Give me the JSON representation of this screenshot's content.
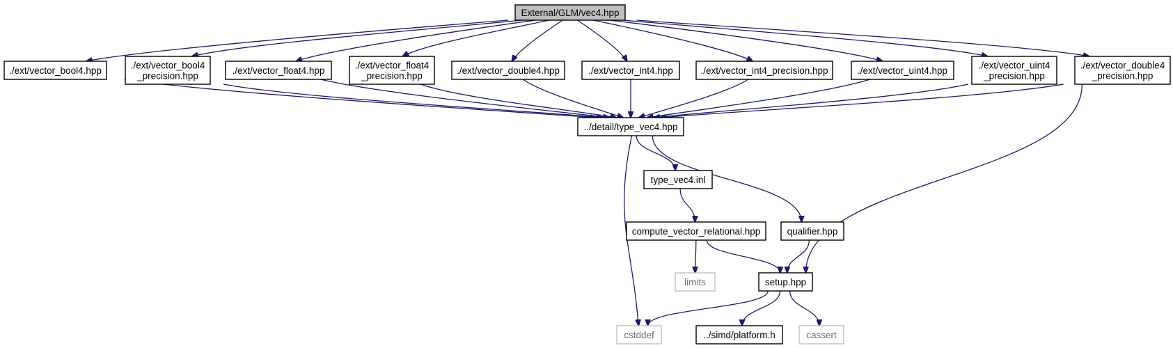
{
  "nodes": [
    {
      "id": "root",
      "lines": [
        "External/GLM/vec4.hpp"
      ],
      "style": "root"
    },
    {
      "id": "bool4",
      "lines": [
        "./ext/vector_bool4.hpp"
      ],
      "style": "normal"
    },
    {
      "id": "bool4p",
      "lines": [
        "./ext/vector_bool4",
        "_precision.hpp"
      ],
      "style": "normal"
    },
    {
      "id": "float4",
      "lines": [
        "./ext/vector_float4.hpp"
      ],
      "style": "normal"
    },
    {
      "id": "float4p",
      "lines": [
        "./ext/vector_float4",
        "_precision.hpp"
      ],
      "style": "normal"
    },
    {
      "id": "double4",
      "lines": [
        "./ext/vector_double4.hpp"
      ],
      "style": "normal"
    },
    {
      "id": "int4",
      "lines": [
        "./ext/vector_int4.hpp"
      ],
      "style": "normal"
    },
    {
      "id": "int4p",
      "lines": [
        "./ext/vector_int4_precision.hpp"
      ],
      "style": "normal"
    },
    {
      "id": "uint4",
      "lines": [
        "./ext/vector_uint4.hpp"
      ],
      "style": "normal"
    },
    {
      "id": "uint4p",
      "lines": [
        "./ext/vector_uint4",
        "_precision.hpp"
      ],
      "style": "normal"
    },
    {
      "id": "double4p",
      "lines": [
        "./ext/vector_double4",
        "_precision.hpp"
      ],
      "style": "normal"
    },
    {
      "id": "typevec4",
      "lines": [
        "../detail/type_vec4.hpp"
      ],
      "style": "normal"
    },
    {
      "id": "typevec4inl",
      "lines": [
        "type_vec4.inl"
      ],
      "style": "normal"
    },
    {
      "id": "compute",
      "lines": [
        "compute_vector_relational.hpp"
      ],
      "style": "normal"
    },
    {
      "id": "qualifier",
      "lines": [
        "qualifier.hpp"
      ],
      "style": "normal"
    },
    {
      "id": "limits",
      "lines": [
        "limits"
      ],
      "style": "external"
    },
    {
      "id": "setup",
      "lines": [
        "setup.hpp"
      ],
      "style": "normal"
    },
    {
      "id": "cstddef",
      "lines": [
        "cstddef"
      ],
      "style": "external"
    },
    {
      "id": "platform",
      "lines": [
        "../simd/platform.h"
      ],
      "style": "normal"
    },
    {
      "id": "cassert",
      "lines": [
        "cassert"
      ],
      "style": "external"
    }
  ],
  "edges": [
    {
      "from": "root",
      "to": "bool4"
    },
    {
      "from": "root",
      "to": "bool4p"
    },
    {
      "from": "root",
      "to": "float4"
    },
    {
      "from": "root",
      "to": "float4p"
    },
    {
      "from": "root",
      "to": "double4"
    },
    {
      "from": "root",
      "to": "int4"
    },
    {
      "from": "root",
      "to": "int4p"
    },
    {
      "from": "root",
      "to": "uint4"
    },
    {
      "from": "root",
      "to": "uint4p"
    },
    {
      "from": "root",
      "to": "double4p"
    },
    {
      "from": "bool4",
      "to": "typevec4"
    },
    {
      "from": "bool4p",
      "to": "typevec4"
    },
    {
      "from": "float4",
      "to": "typevec4"
    },
    {
      "from": "float4p",
      "to": "typevec4"
    },
    {
      "from": "double4",
      "to": "typevec4"
    },
    {
      "from": "int4",
      "to": "typevec4"
    },
    {
      "from": "int4p",
      "to": "typevec4"
    },
    {
      "from": "uint4",
      "to": "typevec4"
    },
    {
      "from": "uint4p",
      "to": "typevec4"
    },
    {
      "from": "double4p",
      "to": "typevec4"
    },
    {
      "from": "double4p",
      "to": "setup"
    },
    {
      "from": "typevec4",
      "to": "typevec4inl"
    },
    {
      "from": "typevec4",
      "to": "qualifier"
    },
    {
      "from": "typevec4",
      "to": "cstddef"
    },
    {
      "from": "typevec4inl",
      "to": "compute"
    },
    {
      "from": "compute",
      "to": "limits"
    },
    {
      "from": "compute",
      "to": "setup"
    },
    {
      "from": "qualifier",
      "to": "setup"
    },
    {
      "from": "setup",
      "to": "cstddef"
    },
    {
      "from": "setup",
      "to": "platform"
    },
    {
      "from": "setup",
      "to": "cassert"
    }
  ]
}
